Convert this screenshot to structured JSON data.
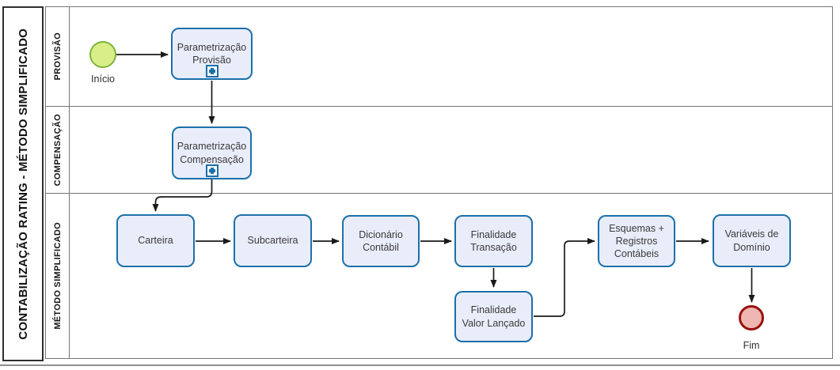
{
  "diagram": {
    "title": "CONTABILIZAÇÃO RATING - MÉTODO SIMPLIFICADO",
    "lanes": [
      {
        "label": "PROVISÃO"
      },
      {
        "label": "COMPENSAÇÃO"
      },
      {
        "label": "MÉTODO SIMPLIFICADO"
      }
    ],
    "start_event": {
      "label": "Início"
    },
    "end_event": {
      "label": "Fim"
    },
    "nodes": [
      {
        "id": "parametrizacao-provisao",
        "label": "Parametrização\nProvisão",
        "type": "subprocess",
        "lane": "PROVISÃO"
      },
      {
        "id": "parametrizacao-compensacao",
        "label": "Parametrização\nCompensação",
        "type": "subprocess",
        "lane": "COMPENSAÇÃO"
      },
      {
        "id": "carteira",
        "label": "Carteira",
        "type": "task",
        "lane": "MÉTODO SIMPLIFICADO"
      },
      {
        "id": "subcarteira",
        "label": "Subcarteira",
        "type": "task",
        "lane": "MÉTODO SIMPLIFICADO"
      },
      {
        "id": "dicionario-contabil",
        "label": "Dicionário\nContábil",
        "type": "task",
        "lane": "MÉTODO SIMPLIFICADO"
      },
      {
        "id": "finalidade-transacao",
        "label": "Finalidade\nTransação",
        "type": "task",
        "lane": "MÉTODO SIMPLIFICADO"
      },
      {
        "id": "finalidade-valor-lancado",
        "label": "Finalidade\nValor Lançado",
        "type": "task",
        "lane": "MÉTODO SIMPLIFICADO"
      },
      {
        "id": "esquemas-registros-contabeis",
        "label": "Esquemas +\nRegistros\nContábeis",
        "type": "task",
        "lane": "MÉTODO SIMPLIFICADO"
      },
      {
        "id": "variaveis-de-dominio",
        "label": "Variáveis de\nDomínio",
        "type": "task",
        "lane": "MÉTODO SIMPLIFICADO"
      }
    ],
    "icons": {
      "subprocess_marker": "plus-icon"
    }
  },
  "colors": {
    "task_fill": "#e9edfa",
    "task_border": "#1c70a9",
    "start_fill": "#d8ee87",
    "start_border": "#7db33c",
    "end_fill": "#f0b6b1",
    "end_border": "#97120e",
    "connector": "#1a1a1a",
    "pool_border": "#757575",
    "title_border": "#2f2f2f",
    "text": "#3a3a3a"
  }
}
